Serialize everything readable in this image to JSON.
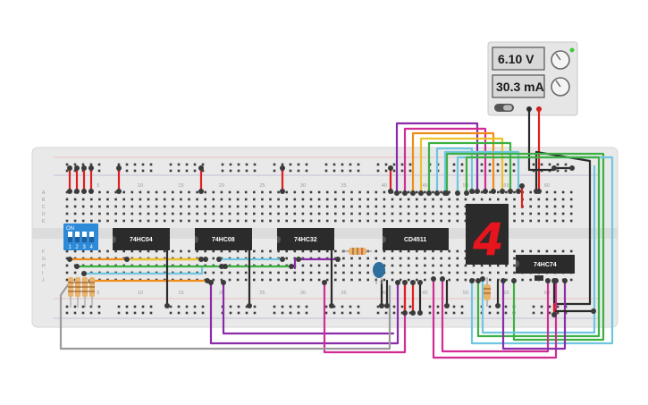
{
  "power_supply": {
    "voltage": "6.10 V",
    "current": "30.3 mA"
  },
  "chips": {
    "inverter": "74HC04",
    "and_gate": "74HC08",
    "or_gate": "74HC32",
    "decoder": "CD4511",
    "flipflop": "74HC74"
  },
  "dip_switch": {
    "on_label": "ON",
    "numbers": [
      "1",
      "2",
      "3",
      "4"
    ]
  },
  "seven_segment": {
    "digit": "4"
  },
  "breadboard": {
    "column_numbers": [
      "5",
      "10",
      "15",
      "20",
      "25",
      "30",
      "35",
      "40",
      "45",
      "50",
      "55",
      "60"
    ],
    "rows_top": [
      "A",
      "B",
      "C",
      "D",
      "E"
    ],
    "rows_bottom": [
      "F",
      "G",
      "H",
      "I",
      "J"
    ]
  },
  "colors": {
    "red": "#e01e1e",
    "black": "#2a2a2a",
    "purple": "#8a2ba8",
    "magenta": "#d02c94",
    "orange": "#ef8d1a",
    "yellow": "#ecc12a",
    "green": "#3cb043",
    "light_blue": "#6fc6e0",
    "gray": "#9b9b9b",
    "chip": "#2b2b2b",
    "dip_switch": "#2d8ad8",
    "breadboard": "#e9e9e9"
  }
}
